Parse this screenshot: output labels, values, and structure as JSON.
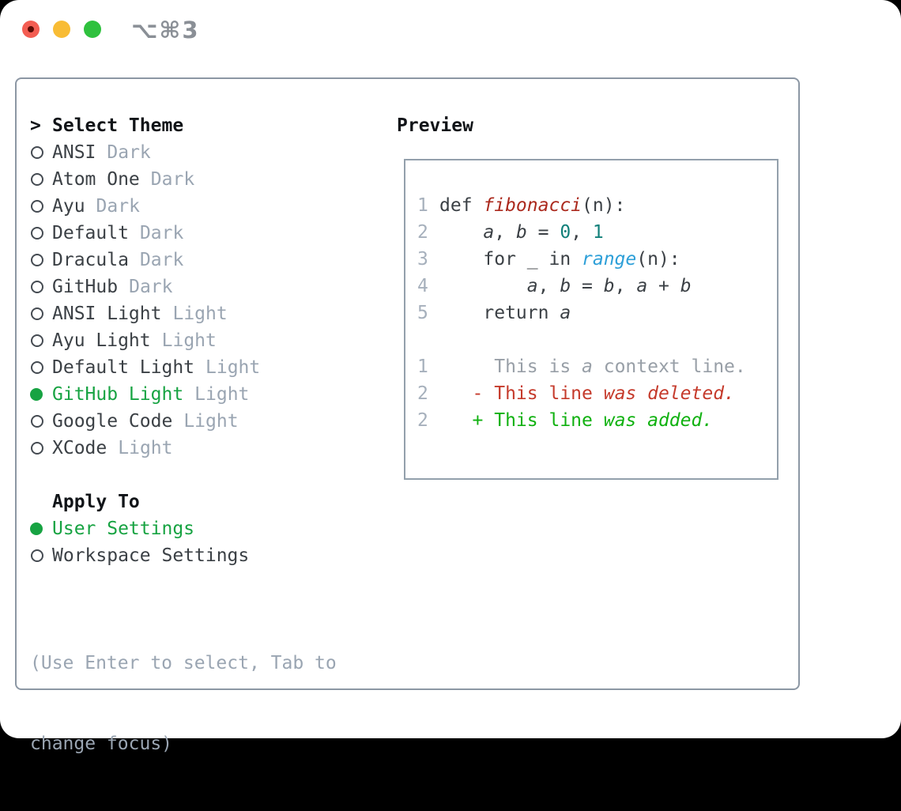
{
  "titlebar": {
    "shortcut": "⌥⌘3"
  },
  "colors": {
    "border": "#8c97a4",
    "border2": "#93a0ac",
    "heading": "#111418",
    "fg": "#3b4045",
    "gray": "#9aa5b2",
    "gray2": "#a6b0bc",
    "ctx": "#989fa7",
    "sel": "#17a342",
    "add": "#10b110",
    "del": "#c53a2b",
    "fn": "#ab2a1e",
    "teal": "#12807a",
    "blue": "#2d9fd8"
  },
  "theme_panel": {
    "header": {
      "pointer": ">",
      "label": "Select Theme"
    },
    "themes": [
      {
        "name": "ANSI",
        "tag": "Dark",
        "selected": false
      },
      {
        "name": "Atom One",
        "tag": "Dark",
        "selected": false
      },
      {
        "name": "Ayu",
        "tag": "Dark",
        "selected": false
      },
      {
        "name": "Default",
        "tag": "Dark",
        "selected": false
      },
      {
        "name": "Dracula",
        "tag": "Dark",
        "selected": false
      },
      {
        "name": "GitHub",
        "tag": "Dark",
        "selected": false
      },
      {
        "name": "ANSI Light",
        "tag": "Light",
        "selected": false
      },
      {
        "name": "Ayu Light",
        "tag": "Light",
        "selected": false
      },
      {
        "name": "Default Light",
        "tag": "Light",
        "selected": false
      },
      {
        "name": "GitHub Light",
        "tag": "Light",
        "selected": true
      },
      {
        "name": "Google Code",
        "tag": "Light",
        "selected": false
      },
      {
        "name": "XCode",
        "tag": "Light",
        "selected": false
      }
    ],
    "apply_to": {
      "label": "Apply To",
      "options": [
        {
          "name": "User Settings",
          "selected": true
        },
        {
          "name": "Workspace Settings",
          "selected": false
        }
      ]
    },
    "hint": {
      "line1": "(Use Enter to select, Tab to",
      "line2": "change focus)"
    }
  },
  "preview": {
    "label": "Preview",
    "lines": [
      {
        "num": "1",
        "kind": "code-line",
        "segs": [
          {
            "t": "def ",
            "c": "fg"
          },
          {
            "t": "fibonacci",
            "c": "fn"
          },
          {
            "t": "(n):",
            "c": "fg"
          }
        ]
      },
      {
        "num": "2",
        "kind": "code-line",
        "segs": [
          {
            "t": "    ",
            "c": "fg"
          },
          {
            "t": "a",
            "c": "var"
          },
          {
            "t": ", ",
            "c": "fg"
          },
          {
            "t": "b",
            "c": "var"
          },
          {
            "t": " = ",
            "c": "fg"
          },
          {
            "t": "0",
            "c": "num"
          },
          {
            "t": ", ",
            "c": "fg"
          },
          {
            "t": "1",
            "c": "num"
          }
        ]
      },
      {
        "num": "3",
        "kind": "code-line",
        "segs": [
          {
            "t": "    for _ in ",
            "c": "fg"
          },
          {
            "t": "range",
            "c": "call"
          },
          {
            "t": "(n):",
            "c": "fg"
          }
        ]
      },
      {
        "num": "4",
        "kind": "code-line",
        "segs": [
          {
            "t": "        ",
            "c": "fg"
          },
          {
            "t": "a",
            "c": "var"
          },
          {
            "t": ", ",
            "c": "fg"
          },
          {
            "t": "b",
            "c": "var"
          },
          {
            "t": " = ",
            "c": "fg"
          },
          {
            "t": "b",
            "c": "var"
          },
          {
            "t": ", ",
            "c": "fg"
          },
          {
            "t": "a",
            "c": "var"
          },
          {
            "t": " + ",
            "c": "fg"
          },
          {
            "t": "b",
            "c": "var"
          }
        ]
      },
      {
        "num": "5",
        "kind": "code-line",
        "segs": [
          {
            "t": "    return ",
            "c": "fg"
          },
          {
            "t": "a",
            "c": "var"
          }
        ]
      },
      {
        "num": "",
        "kind": "blank-line",
        "segs": []
      },
      {
        "num": "1",
        "kind": "diff-context-line",
        "segs": [
          {
            "t": "     This is ",
            "c": "ctx"
          },
          {
            "t": "a",
            "c": "ctxi"
          },
          {
            "t": " context line.",
            "c": "ctx"
          }
        ]
      },
      {
        "num": "2",
        "kind": "diff-deleted-line",
        "segs": [
          {
            "t": "   - This line ",
            "c": "del"
          },
          {
            "t": "was deleted.",
            "c": "deli"
          }
        ]
      },
      {
        "num": "2",
        "kind": "diff-added-line",
        "segs": [
          {
            "t": "   + This line ",
            "c": "add"
          },
          {
            "t": "was added.",
            "c": "addi"
          }
        ]
      }
    ]
  }
}
